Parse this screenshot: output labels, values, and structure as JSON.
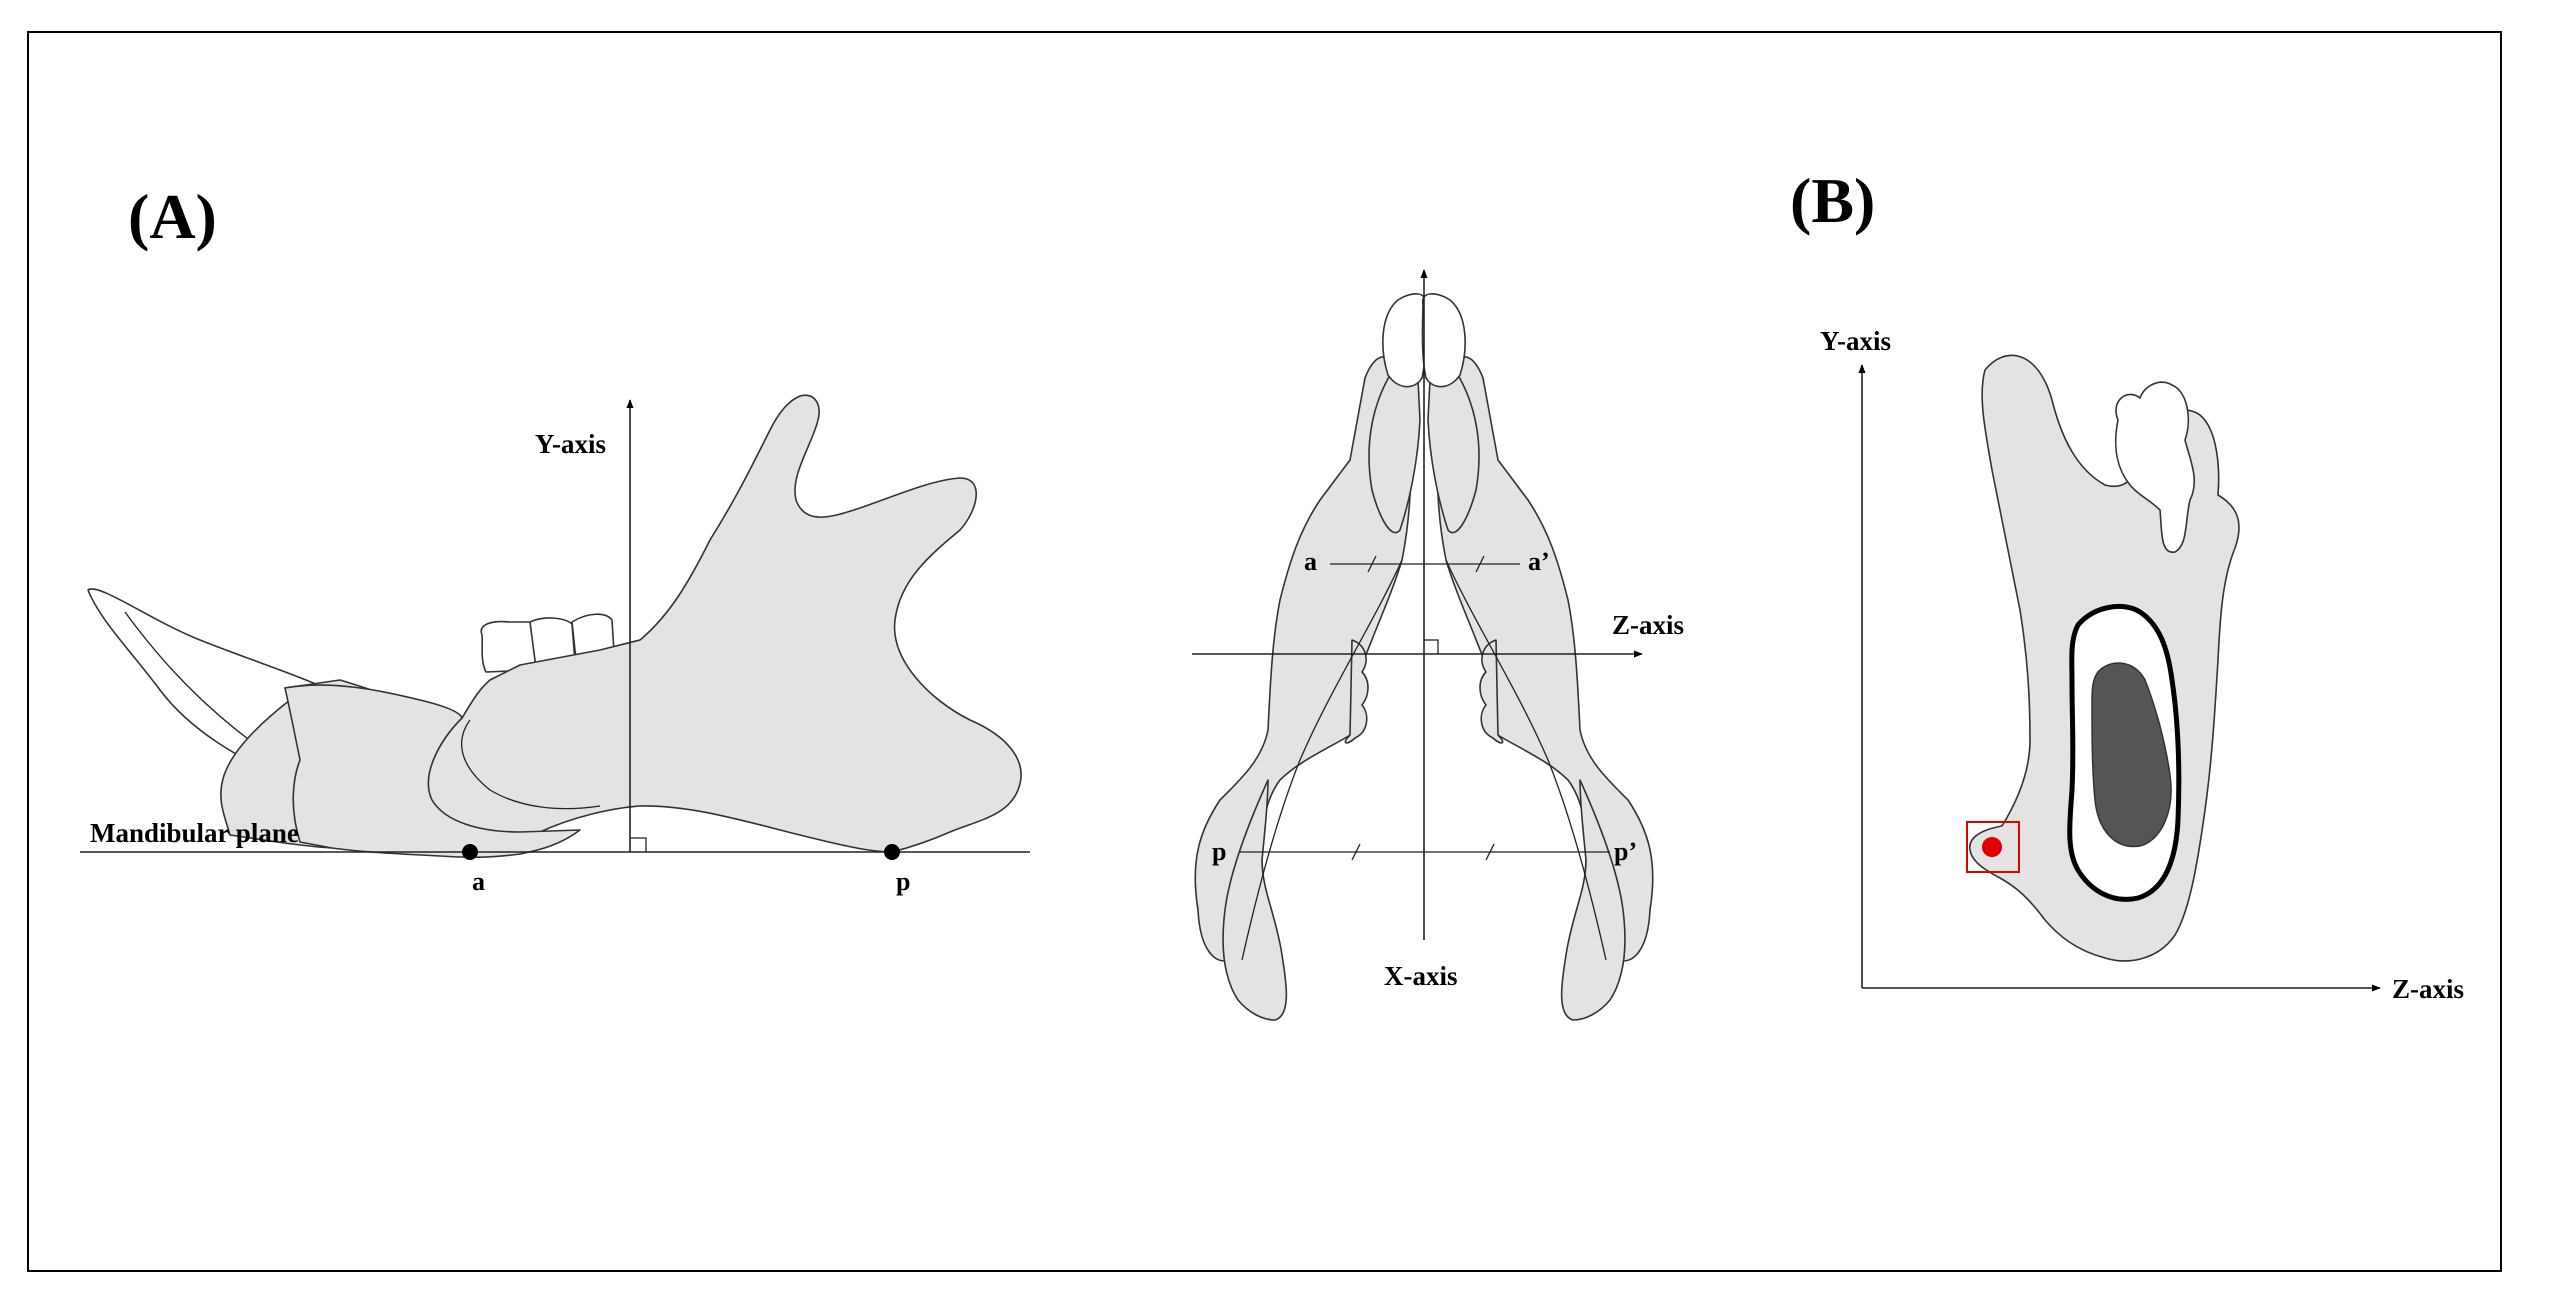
{
  "panels": {
    "a_label": "(A)",
    "b_label": "(B)"
  },
  "lateral_view": {
    "y_axis_label": "Y-axis",
    "plane_label": "Mandibular plane",
    "point_a": "a",
    "point_p": "p"
  },
  "ventral_view": {
    "z_axis_label": "Z-axis",
    "x_axis_label": "X-axis",
    "point_a": "a",
    "point_a_prime": "a’",
    "point_p": "p",
    "point_p_prime": "p’"
  },
  "cross_section": {
    "y_axis_label": "Y-axis",
    "z_axis_label": "Z-axis"
  },
  "colors": {
    "bone": "#e3e3e3",
    "marrow": "#555555",
    "highlight": "#e00000"
  }
}
